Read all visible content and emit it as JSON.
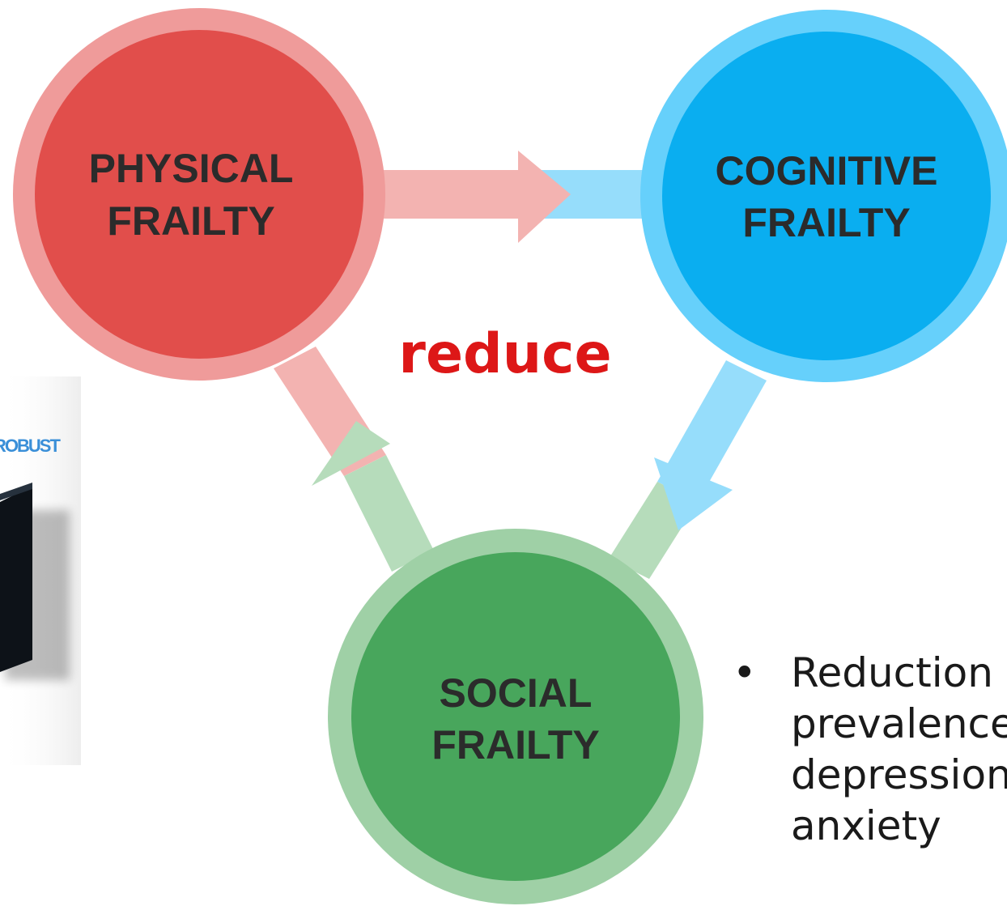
{
  "colors": {
    "physical": "#e14e4b",
    "physical_ring": "#ef9b9a",
    "cognitive": "#0aaef0",
    "cognitive_ring": "#66d0fb",
    "social": "#48a65c",
    "social_ring": "#9fd0a6",
    "reduce": "#dd1717"
  },
  "nodes": {
    "physical": {
      "line1": "PHYSICAL",
      "line2": "FRAILTY"
    },
    "cognitive": {
      "line1": "COGNITIVE",
      "line2": "FRAILTY"
    },
    "social": {
      "line1": "SOCIAL",
      "line2": "FRAILTY"
    }
  },
  "center_label": "reduce",
  "logo": {
    "text": "ROBUST"
  },
  "bullets": [
    {
      "symbol": "•",
      "lines": [
        "Reduction",
        "prevalence",
        "depression",
        "anxiety"
      ]
    }
  ]
}
